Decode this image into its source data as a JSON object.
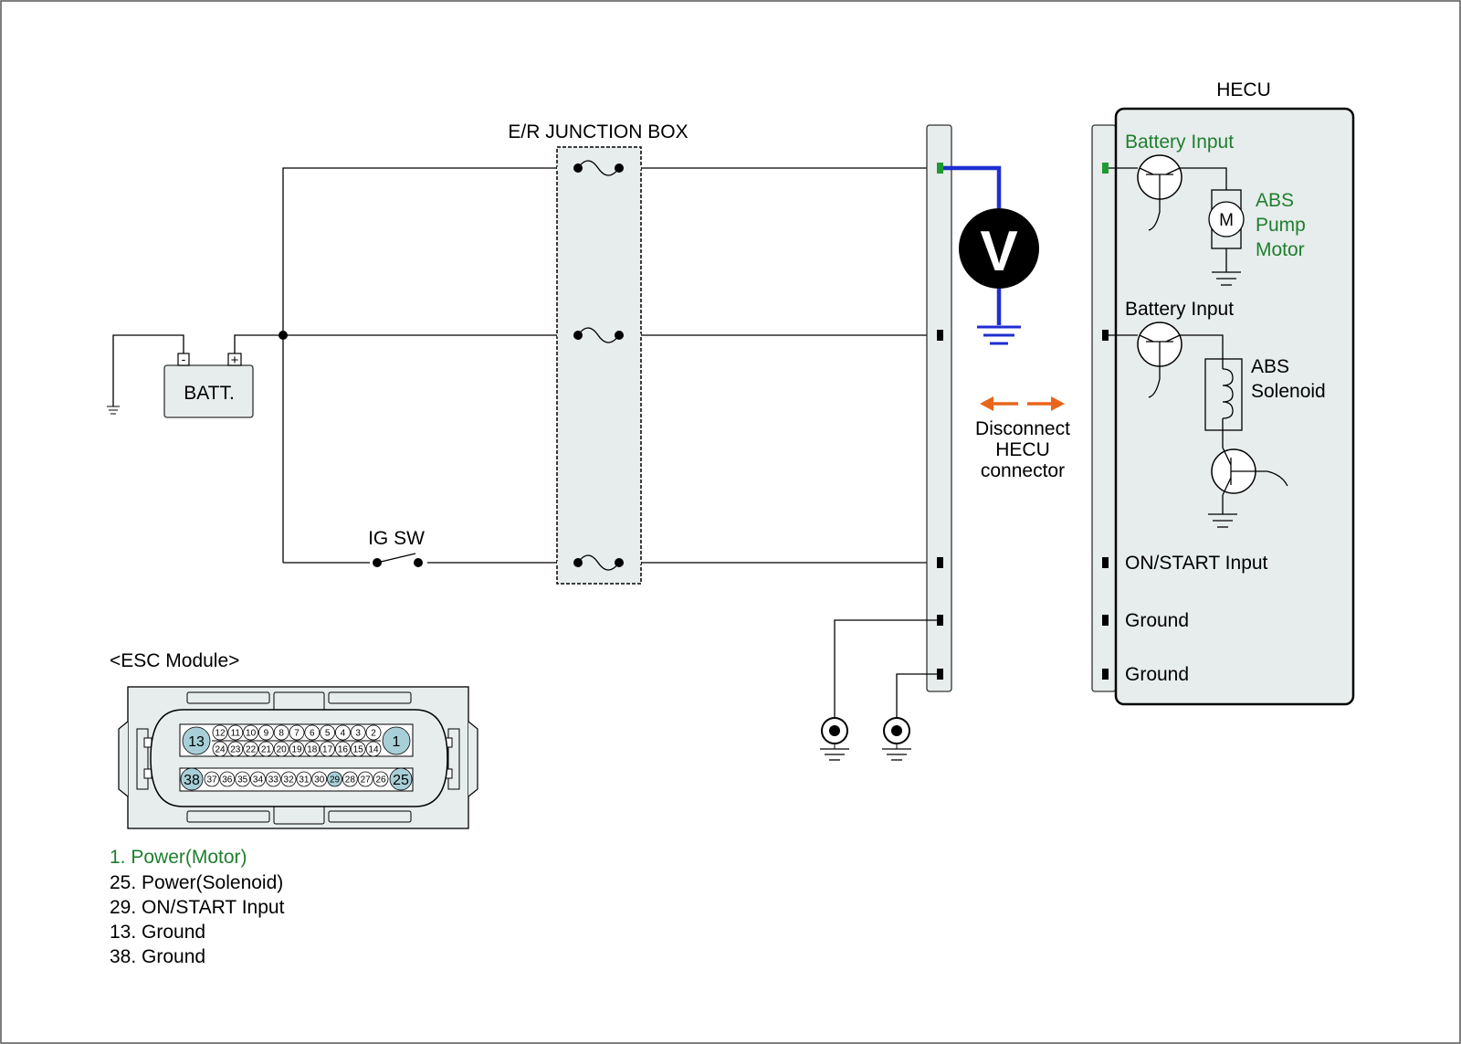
{
  "labels": {
    "junction_box": "E/R JUNCTION BOX",
    "battery": "BATT.",
    "battery_neg": "-",
    "battery_pos": "+",
    "ig_sw": "IG SW",
    "hecu": "HECU",
    "voltmeter": "V",
    "motor": "M",
    "disconnect": [
      "Disconnect",
      "HECU",
      "connector"
    ],
    "esc_module": "<ESC Module>"
  },
  "hecu_pins": [
    {
      "label": "Battery Input",
      "highlight": true
    },
    {
      "label": "Battery Input",
      "highlight": false
    },
    {
      "label": "ON/START Input",
      "highlight": false
    },
    {
      "label": "Ground",
      "highlight": false
    },
    {
      "label": "Ground",
      "highlight": false
    }
  ],
  "components": {
    "pump_motor": [
      "ABS",
      "Pump",
      "Motor"
    ],
    "solenoid": [
      "ABS",
      "Solenoid"
    ]
  },
  "connector": {
    "row1": [
      "13",
      "12",
      "11",
      "10",
      "9",
      "8",
      "7",
      "6",
      "5",
      "4",
      "3",
      "2",
      "1"
    ],
    "row2": [
      "24",
      "23",
      "22",
      "21",
      "20",
      "19",
      "18",
      "17",
      "16",
      "15",
      "14"
    ],
    "row3": [
      "38",
      "37",
      "36",
      "35",
      "34",
      "33",
      "32",
      "31",
      "30",
      "29",
      "28",
      "27",
      "26",
      "25"
    ],
    "highlighted_pins": [
      "13",
      "1",
      "38",
      "29",
      "25"
    ]
  },
  "legend": [
    {
      "text": "1. Power(Motor)",
      "highlight": true
    },
    {
      "text": "25. Power(Solenoid)",
      "highlight": false
    },
    {
      "text": "29. ON/START Input",
      "highlight": false
    },
    {
      "text": "13. Ground",
      "highlight": false
    },
    {
      "text": "38. Ground",
      "highlight": false
    }
  ],
  "colors": {
    "measure_wire": "#1f2fd0",
    "highlight_text": "#1e7f2e",
    "highlight_pin": "#a8cfd8",
    "disconnect_arrow": "#e8651a",
    "panel_fill": "#e7ecec"
  }
}
